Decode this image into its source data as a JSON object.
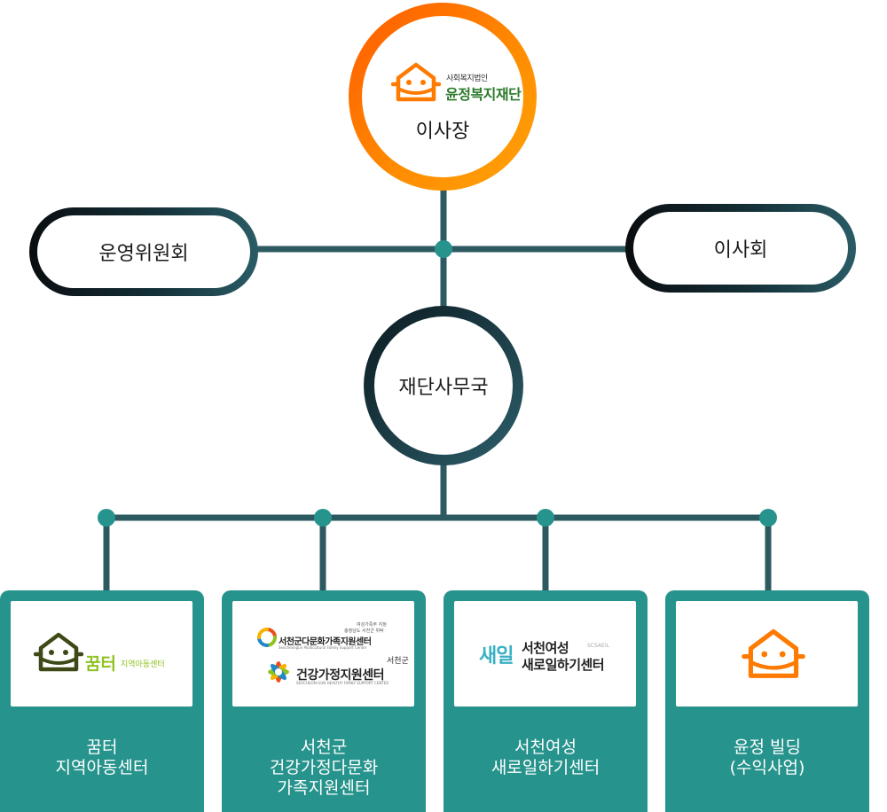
{
  "colors": {
    "orange": "#ff7a00",
    "teal": "#26938c",
    "connector": "#2d5961",
    "dark": "#0f1b20",
    "green": "#2d7a2d"
  },
  "top": {
    "logo_sub": "사회복지법인",
    "logo_main": "윤정복지재단",
    "title": "이사장",
    "icon": "house-smile-icon"
  },
  "left_pill": {
    "label": "운영위원회"
  },
  "right_pill": {
    "label": "이사회"
  },
  "middle": {
    "label": "재단사무국"
  },
  "cards": [
    {
      "logo": {
        "name": "꿈터",
        "sub": "지역아동센터",
        "icon": "house-smile-icon"
      },
      "caption": [
        "꿈터",
        "지역아동센터"
      ]
    },
    {
      "logo": {
        "line1_small": "여성가족부 지정",
        "line2_small": "충청남도 서천군 위탁",
        "line3": "서천군다문화가족지원센터",
        "line4_small": "Seocheongun Multicultural Family Support Center",
        "line5_small": "서천군",
        "line6": "건강가정지원센터",
        "line7_small": "SEOCHEON-GUN HEALTHY FAMILY SUPPORT CENTER"
      },
      "caption": [
        "서천군",
        "건강가정다문화",
        "가족지원센터"
      ]
    },
    {
      "logo": {
        "mark": "새일",
        "line1": "서천여성",
        "line1_small": "SCSAEIL",
        "line2": "새로일하기센터"
      },
      "caption": [
        "서천여성",
        "새로일하기센터"
      ]
    },
    {
      "logo": {
        "icon": "house-smile-icon"
      },
      "caption": [
        "윤정 빌딩",
        "(수익사업)"
      ]
    }
  ]
}
